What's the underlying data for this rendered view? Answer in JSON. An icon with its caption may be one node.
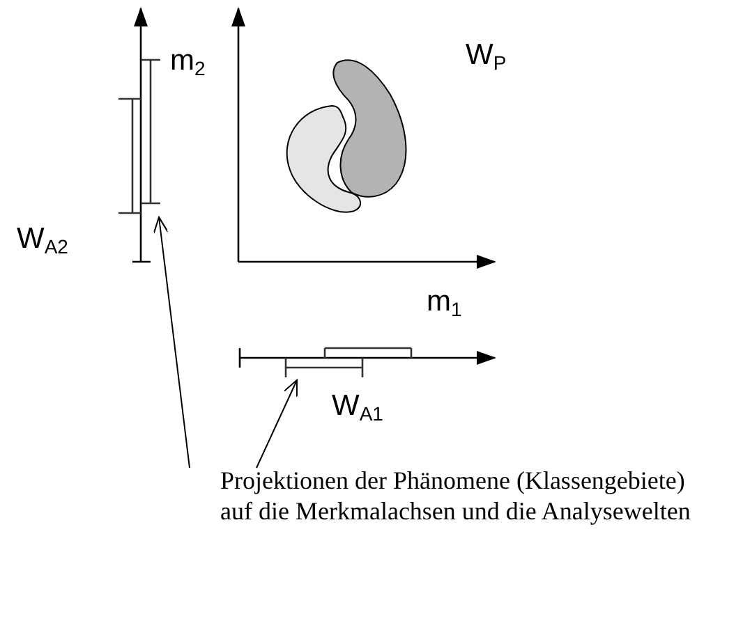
{
  "diagram": {
    "nodes": [
      {
        "text": [
          "Projektionen der Phänomene (Klassengebiete) auf die Merkmalachsen und die Analysewelten"
        ]
      },
      {
        "text": [],
        "shape": "bar"
      },
      {
        "text": [],
        "shape": "bar"
      }
    ],
    "edges": [
      {
        "from": 0,
        "to": 1,
        "arrow": "to"
      },
      {
        "from": 0,
        "to": 2,
        "arrow": "to"
      }
    ],
    "labels": [
      "m$_{2}$",
      "W$_{P}$",
      "W$_{A2}$",
      "m$_{1}$",
      "W$_{A1}$"
    ]
  }
}
